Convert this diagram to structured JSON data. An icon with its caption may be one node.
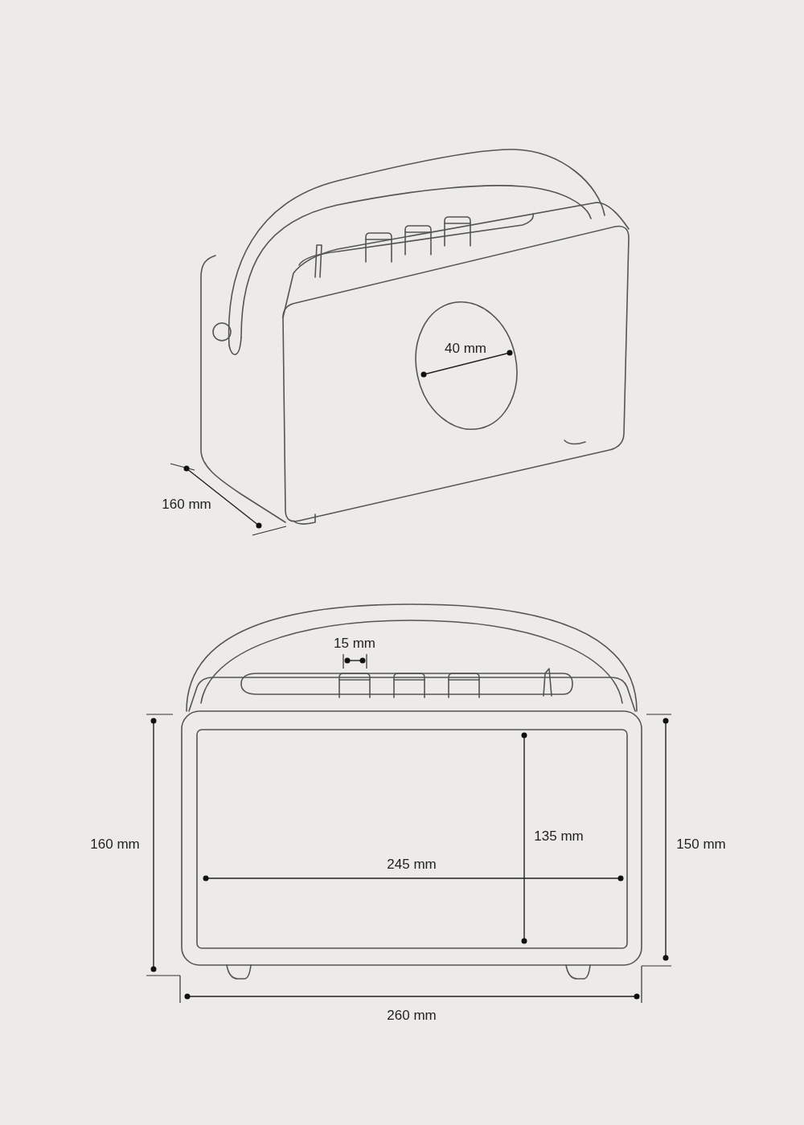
{
  "diagram": {
    "labels": [
      "40 mm",
      "160 mm",
      "15 mm",
      "160 mm",
      "135 mm",
      "245 mm",
      "150 mm",
      "260 mm"
    ]
  }
}
